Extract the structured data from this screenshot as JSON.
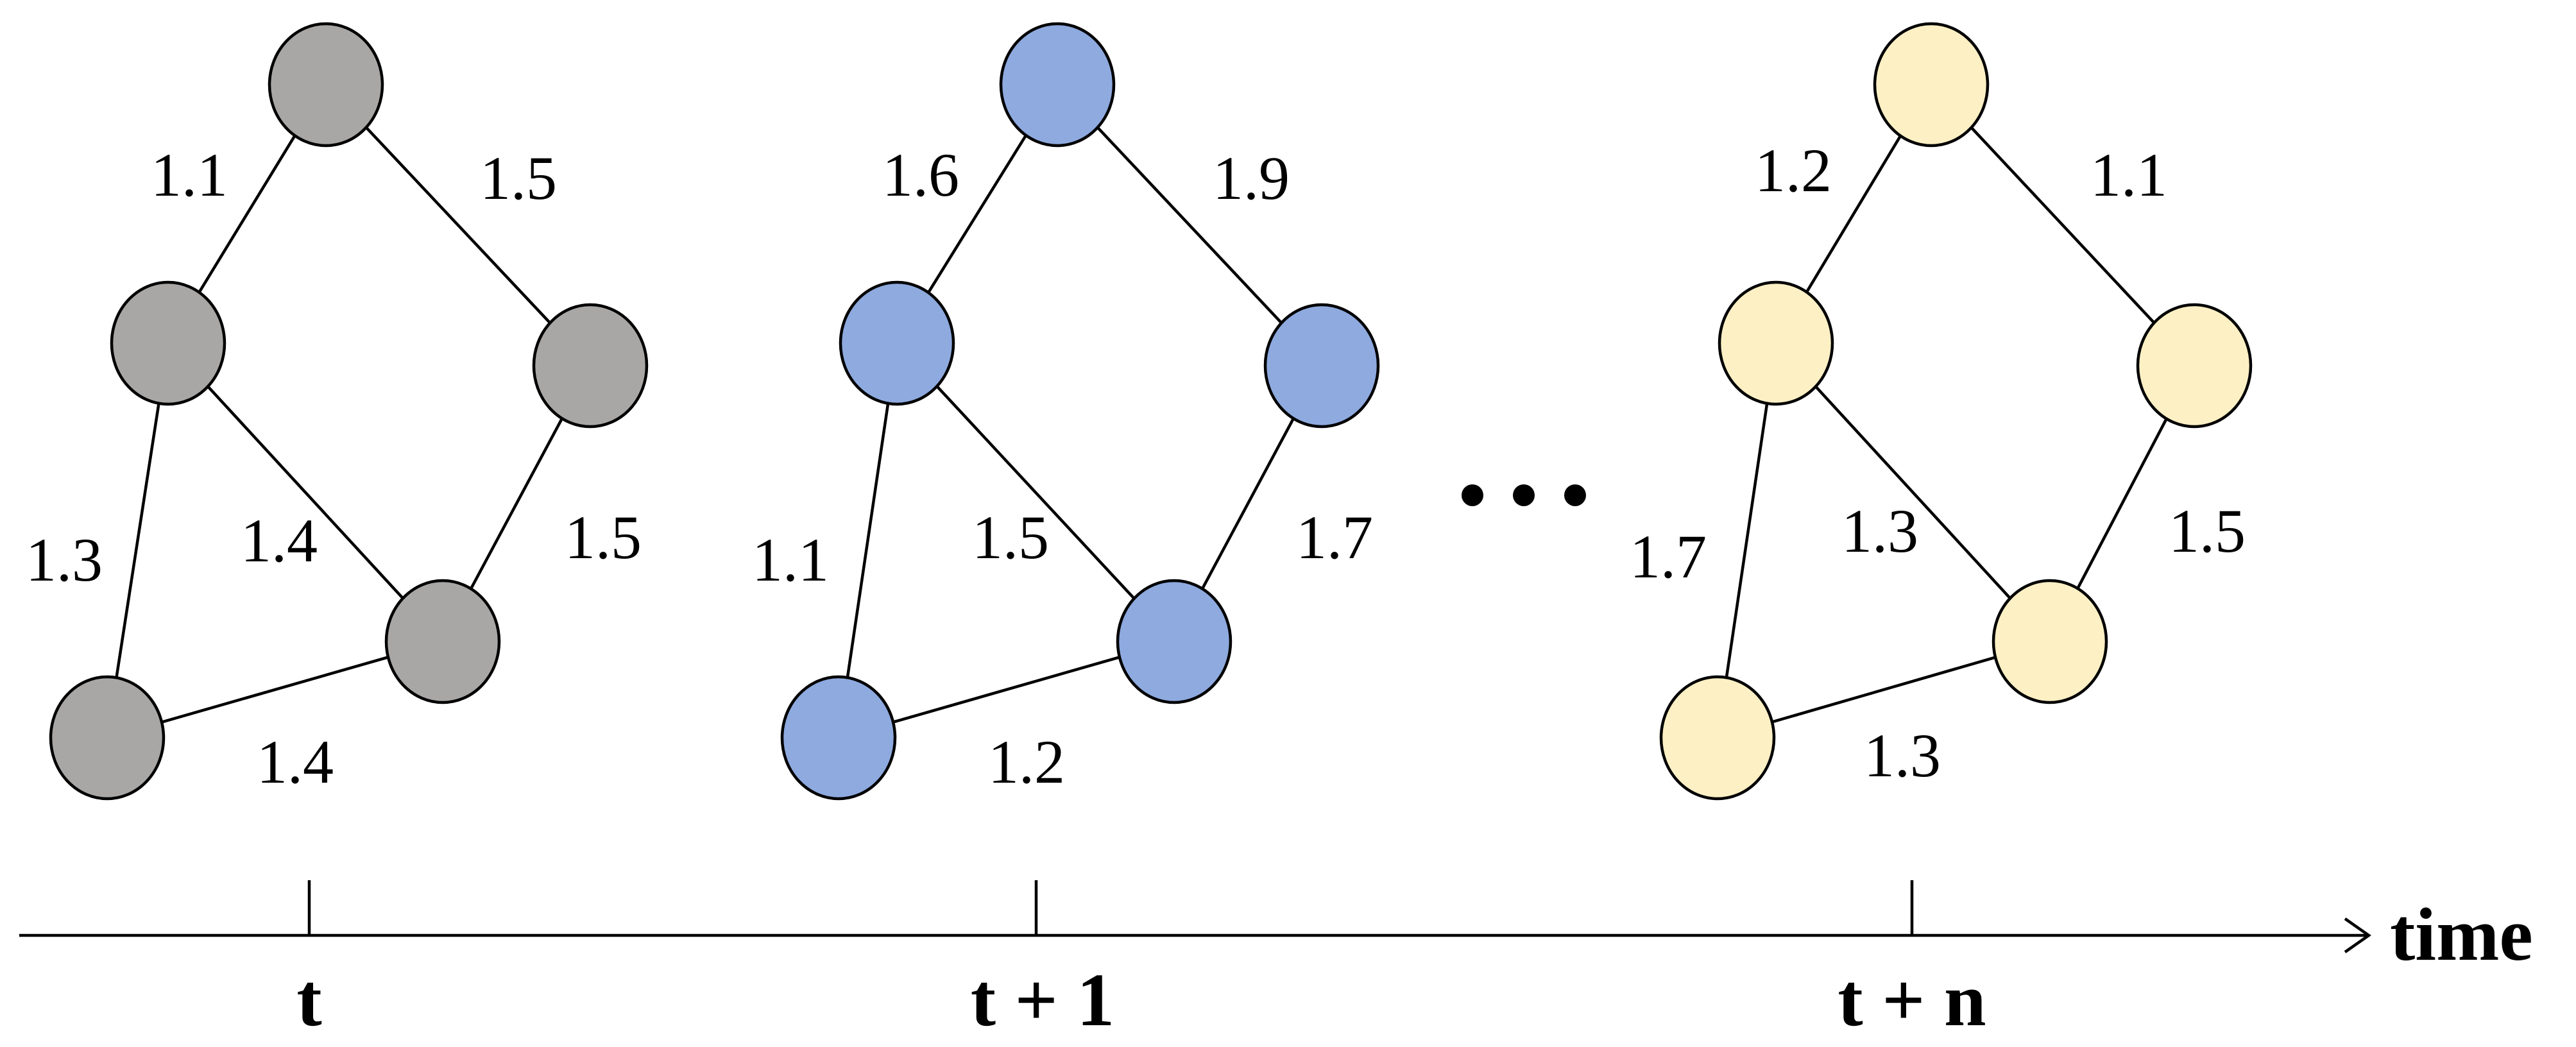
{
  "graphs": [
    {
      "id": "t",
      "node_color": "#a9a7a6",
      "edge_weights": {
        "top_left": "1.1",
        "top_right": "1.5",
        "left_bottom": "1.3",
        "left_center": "1.4",
        "right_center": "1.5",
        "bottom_center": "1.4"
      }
    },
    {
      "id": "t-plus-1",
      "node_color": "#8eaadf",
      "edge_weights": {
        "top_left": "1.6",
        "top_right": "1.9",
        "left_bottom": "1.1",
        "left_center": "1.5",
        "right_center": "1.7",
        "bottom_center": "1.2"
      }
    },
    {
      "id": "t-plus-n",
      "node_color": "#fdf0c4",
      "edge_weights": {
        "top_left": "1.2",
        "top_right": "1.1",
        "left_bottom": "1.7",
        "left_center": "1.3",
        "right_center": "1.5",
        "bottom_center": "1.3"
      }
    }
  ],
  "ellipsis": "•••",
  "axis": {
    "label": "time",
    "ticks": [
      "t",
      "t + 1",
      "t + n"
    ]
  }
}
